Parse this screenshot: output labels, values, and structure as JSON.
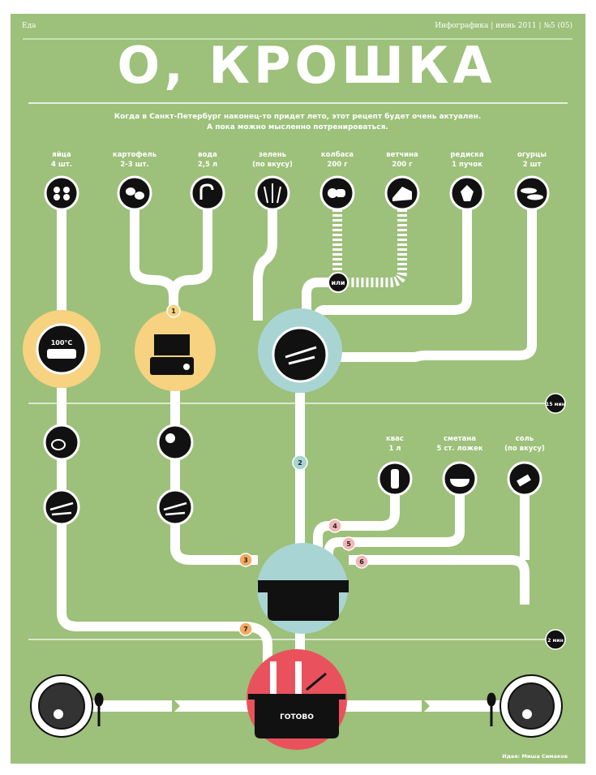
{
  "header": {
    "section": "Еда",
    "meta": "Инфографика | июнь 2011 | №5 (05)"
  },
  "title": "О, КРОШКА",
  "subtitle": [
    "Когда в Санкт-Петербург наконец-то придет лето, этот рецепт будет очень актуален.",
    "А пока можно мысленно потренироваться."
  ],
  "ingredients": [
    {
      "name": "яйца",
      "qty": "4 шт.",
      "icon": "eggs-icon"
    },
    {
      "name": "картофель",
      "qty": "2-3 шт.",
      "icon": "potato-icon"
    },
    {
      "name": "вода",
      "qty": "2,5 л",
      "icon": "faucet-icon"
    },
    {
      "name": "зелень",
      "qty": "(по вкусу)",
      "icon": "herbs-icon"
    },
    {
      "name": "колбаса",
      "qty": "200 г",
      "icon": "sausage-icon"
    },
    {
      "name": "ветчина",
      "qty": "200 г",
      "icon": "ham-icon"
    },
    {
      "name": "редиска",
      "qty": "1 пучок",
      "icon": "radish-icon"
    },
    {
      "name": "огурцы",
      "qty": "2 шт",
      "icon": "cucumber-icon"
    }
  ],
  "extras": [
    {
      "name": "квас",
      "qty": "1 л",
      "icon": "kvass-bottle-icon"
    },
    {
      "name": "сметана",
      "qty": "5 ст. ложек",
      "icon": "sour-cream-icon"
    },
    {
      "name": "соль",
      "qty": "(по вкусу)",
      "icon": "salt-shaker-icon"
    }
  ],
  "or_label": "или",
  "boil_temp": "100°C",
  "steps": [
    "1",
    "2",
    "3",
    "4",
    "5",
    "6",
    "7"
  ],
  "timers": [
    "15 мин",
    "2 мин"
  ],
  "done_label": "ГОТОВО",
  "credit": "Идея: Миша Симаков",
  "colors": {
    "background": "#9dc07a",
    "yellow": "#f6d281",
    "blue": "#a8d5d3",
    "red": "#e9525d",
    "orange": "#f3a960",
    "pink": "#f2b7b5"
  }
}
